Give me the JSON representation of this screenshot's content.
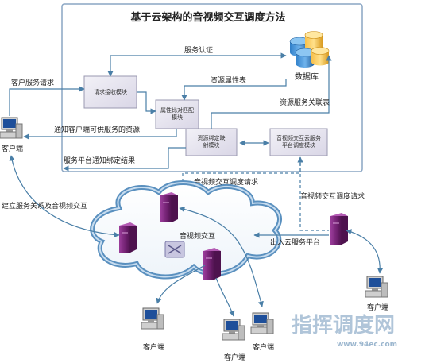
{
  "title": "基于云架构的音视频交互调度方法",
  "boxes": {
    "request": "请求接收模块",
    "attr_match": "属性比对匹配模块",
    "resource_bind": "资源绑定映射模块",
    "cloud_sched": "音视频交互云服务平台调度模块"
  },
  "database": "数据库",
  "labels": {
    "auth": "服务认证",
    "client_request": "客户服务请求",
    "resource_attr": "资源属性表",
    "resource_link": "资源服务关联表",
    "notify_client": "通知客户端可供服务的资源",
    "platform_notify": "服务平台通知绑定结果",
    "av_request_top": "音视频交互调度请求",
    "av_request_right": "音视频交互调度请求",
    "establish": "建立服务关系及音视频交互",
    "av_interaction": "音视频交互",
    "gateway": "出入云服务平台"
  },
  "clients": {
    "left": "客户端",
    "right": "客户端",
    "bottom1": "客户端",
    "bottom2": "客户端",
    "bottom3": "客户端"
  },
  "watermark": {
    "main": "指挥调度网",
    "url": "www.94ec.com"
  },
  "colors": {
    "panel_border": "#8aa6c4",
    "arrow": "#4a7fa7",
    "box_fill": "#e6e4ef",
    "box_border": "#9a98b0",
    "server": "#7a2a7a",
    "cloud": "#5a90bf",
    "watermark": "#9cb7cf"
  }
}
